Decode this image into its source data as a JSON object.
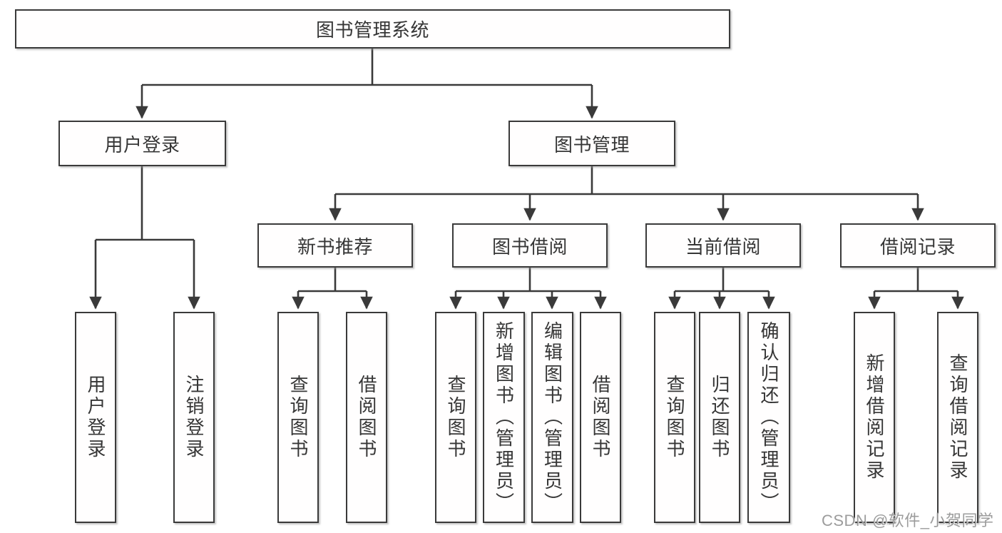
{
  "diagram": {
    "title": "图书管理系统",
    "watermark": "CSDN @软件_小贺同学",
    "colors": {
      "line": "#3a3a3a",
      "box_border": "#3a3a3a",
      "box_background": "#ffffff",
      "text": "#363636",
      "watermark": "#949494"
    },
    "nodes": {
      "root": "图书管理系统",
      "login_branch": "用户登录",
      "mgmt_branch": "图书管理",
      "rec_branch": "新书推荐",
      "borrow_branch": "图书借阅",
      "current_branch": "当前借阅",
      "records_branch": "借阅记录",
      "login_leaf1": "用户登录",
      "login_leaf2": "注销登录",
      "rec_leaf1": "查询图书",
      "rec_leaf2": "借阅图书",
      "borrow_leaf1": "查询图书",
      "borrow_leaf2": "新增图书（管理员）",
      "borrow_leaf3": "编辑图书（管理员）",
      "borrow_leaf4": "借阅图书",
      "current_leaf1": "查询图书",
      "current_leaf2": "归还图书",
      "current_leaf3": "确认归还（管理员）",
      "records_leaf1": "新增借阅记录",
      "records_leaf2": "查询借阅记录"
    },
    "hierarchy": {
      "图书管理系统": [
        "用户登录",
        "图书管理"
      ],
      "用户登录": [
        "用户登录",
        "注销登录"
      ],
      "图书管理": [
        "新书推荐",
        "图书借阅",
        "当前借阅",
        "借阅记录"
      ],
      "新书推荐": [
        "查询图书",
        "借阅图书"
      ],
      "图书借阅": [
        "查询图书",
        "新增图书（管理员）",
        "编辑图书（管理员）",
        "借阅图书"
      ],
      "当前借阅": [
        "查询图书",
        "归还图书",
        "确认归还（管理员）"
      ],
      "借阅记录": [
        "新增借阅记录",
        "查询借阅记录"
      ]
    }
  }
}
